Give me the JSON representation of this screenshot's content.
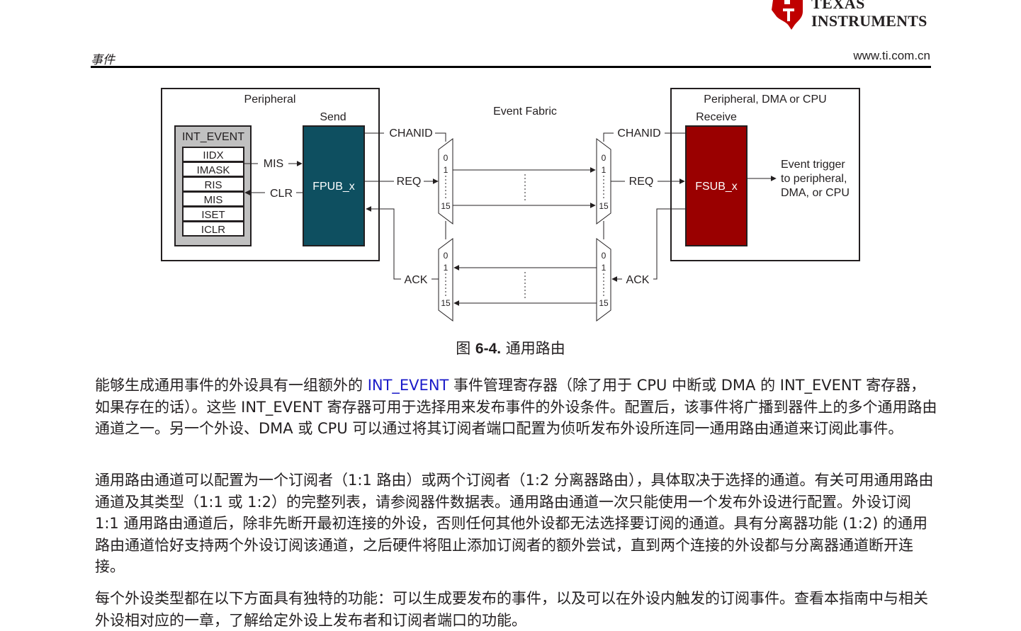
{
  "header": {
    "brand_line1": "TEXAS",
    "brand_line2": "INSTRUMENTS",
    "section": "事件",
    "url": "www.ti.com.cn"
  },
  "diagram": {
    "left_box_title": "Peripheral",
    "send_label": "Send",
    "int_event_title": "INT_EVENT",
    "registers": [
      "IIDX",
      "IMASK",
      "RIS",
      "MIS",
      "ISET",
      "ICLR"
    ],
    "mis_label": "MIS",
    "clr_label": "CLR",
    "fpub_label": "FPUB_x",
    "fabric_label": "Event Fabric",
    "chanid_label": "CHANID",
    "req_label": "REQ",
    "ack_label": "ACK",
    "mux_labels": [
      "0",
      "1",
      "15"
    ],
    "right_box_title": "Peripheral, DMA or CPU",
    "receive_label": "Receive",
    "fsub_label": "FSUB_x",
    "trigger_lines": [
      "Event trigger",
      "to peripheral,",
      "DMA, or CPU"
    ],
    "colors": {
      "fpub": "#0e4f60",
      "fsub": "#9a0000",
      "int_event_bg": "#c0c0c0",
      "ti_red": "#c00000"
    }
  },
  "caption": {
    "prefix": "图 ",
    "number": "6-4.",
    "title": " 通用路由"
  },
  "paragraphs": {
    "p1_a": "能够生成通用事件的外设具有一组额外的 ",
    "p1_link": "INT_EVENT",
    "p1_b": " 事件管理寄存器（除了用于 CPU 中断或 DMA 的 INT_EVENT 寄存器，如果存在的话）。这些 INT_EVENT 寄存器可用于选择用来发布事件的外设条件。配置后，该事件将广播到器件上的多个通用路由通道之一。另一个外设、DMA 或 CPU 可以通过将其订阅者端口配置为侦听发布外设所连同一通用路由通道来订阅此事件。",
    "p2": "通用路由通道可以配置为一个订阅者（1:1 路由）或两个订阅者（1:2 分离器路由），具体取决于选择的通道。有关可用通用路由通道及其类型（1:1 或 1:2）的完整列表，请参阅器件数据表。通用路由通道一次只能使用一个发布外设进行配置。外设订阅 1:1 通用路由通道后，除非先断开最初连接的外设，否则任何其他外设都无法选择要订阅的通道。具有分离器功能 (1:2) 的通用路由通道恰好支持两个外设订阅该通道，之后硬件将阻止添加订阅者的额外尝试，直到两个连接的外设都与分离器通道断开连接。",
    "p3": "每个外设类型都在以下方面具有独特的功能：可以生成要发布的事件，以及可以在外设内触发的订阅事件。查看本指南中与相关外设相对应的一章，了解给定外设上发布者和订阅者端口的功能。"
  }
}
